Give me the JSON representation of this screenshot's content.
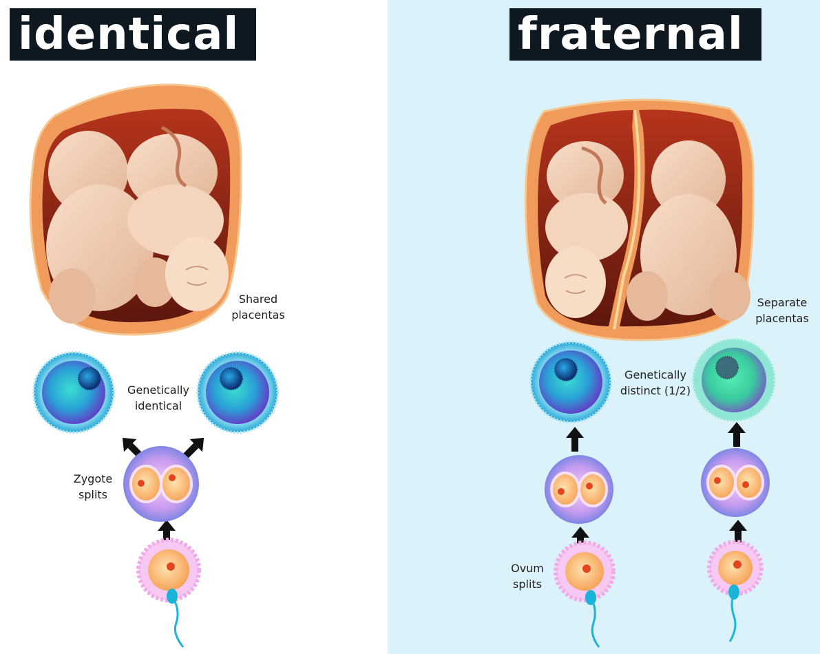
{
  "titles": {
    "left": "identical",
    "right": "fraternal"
  },
  "labels": {
    "shared_line1": "Shared",
    "shared_line2": "placentas",
    "gen_ident_line1": "Genetically",
    "gen_ident_line2": "identical",
    "zygote_line1": "Zygote",
    "zygote_line2": "splits",
    "separate_line1": "Separate",
    "separate_line2": "placentas",
    "gen_distinct_line1": "Genetically",
    "gen_distinct_line2": "distinct (1/2)",
    "ovum_line1": "Ovum",
    "ovum_line2": "splits"
  },
  "colors": {
    "title_bg": "#0d1820",
    "right_bg": "#dcf2fb",
    "womb_outer": "#f08a4b",
    "womb_inner": "#7a1f12",
    "skin": "#f2cdb2",
    "cell_blue": "#1fb5d6",
    "cell_purple": "#6a2fc4",
    "zygote": "#b58ff0",
    "arrow": "#111111",
    "sperm": "#1cb3d8"
  }
}
